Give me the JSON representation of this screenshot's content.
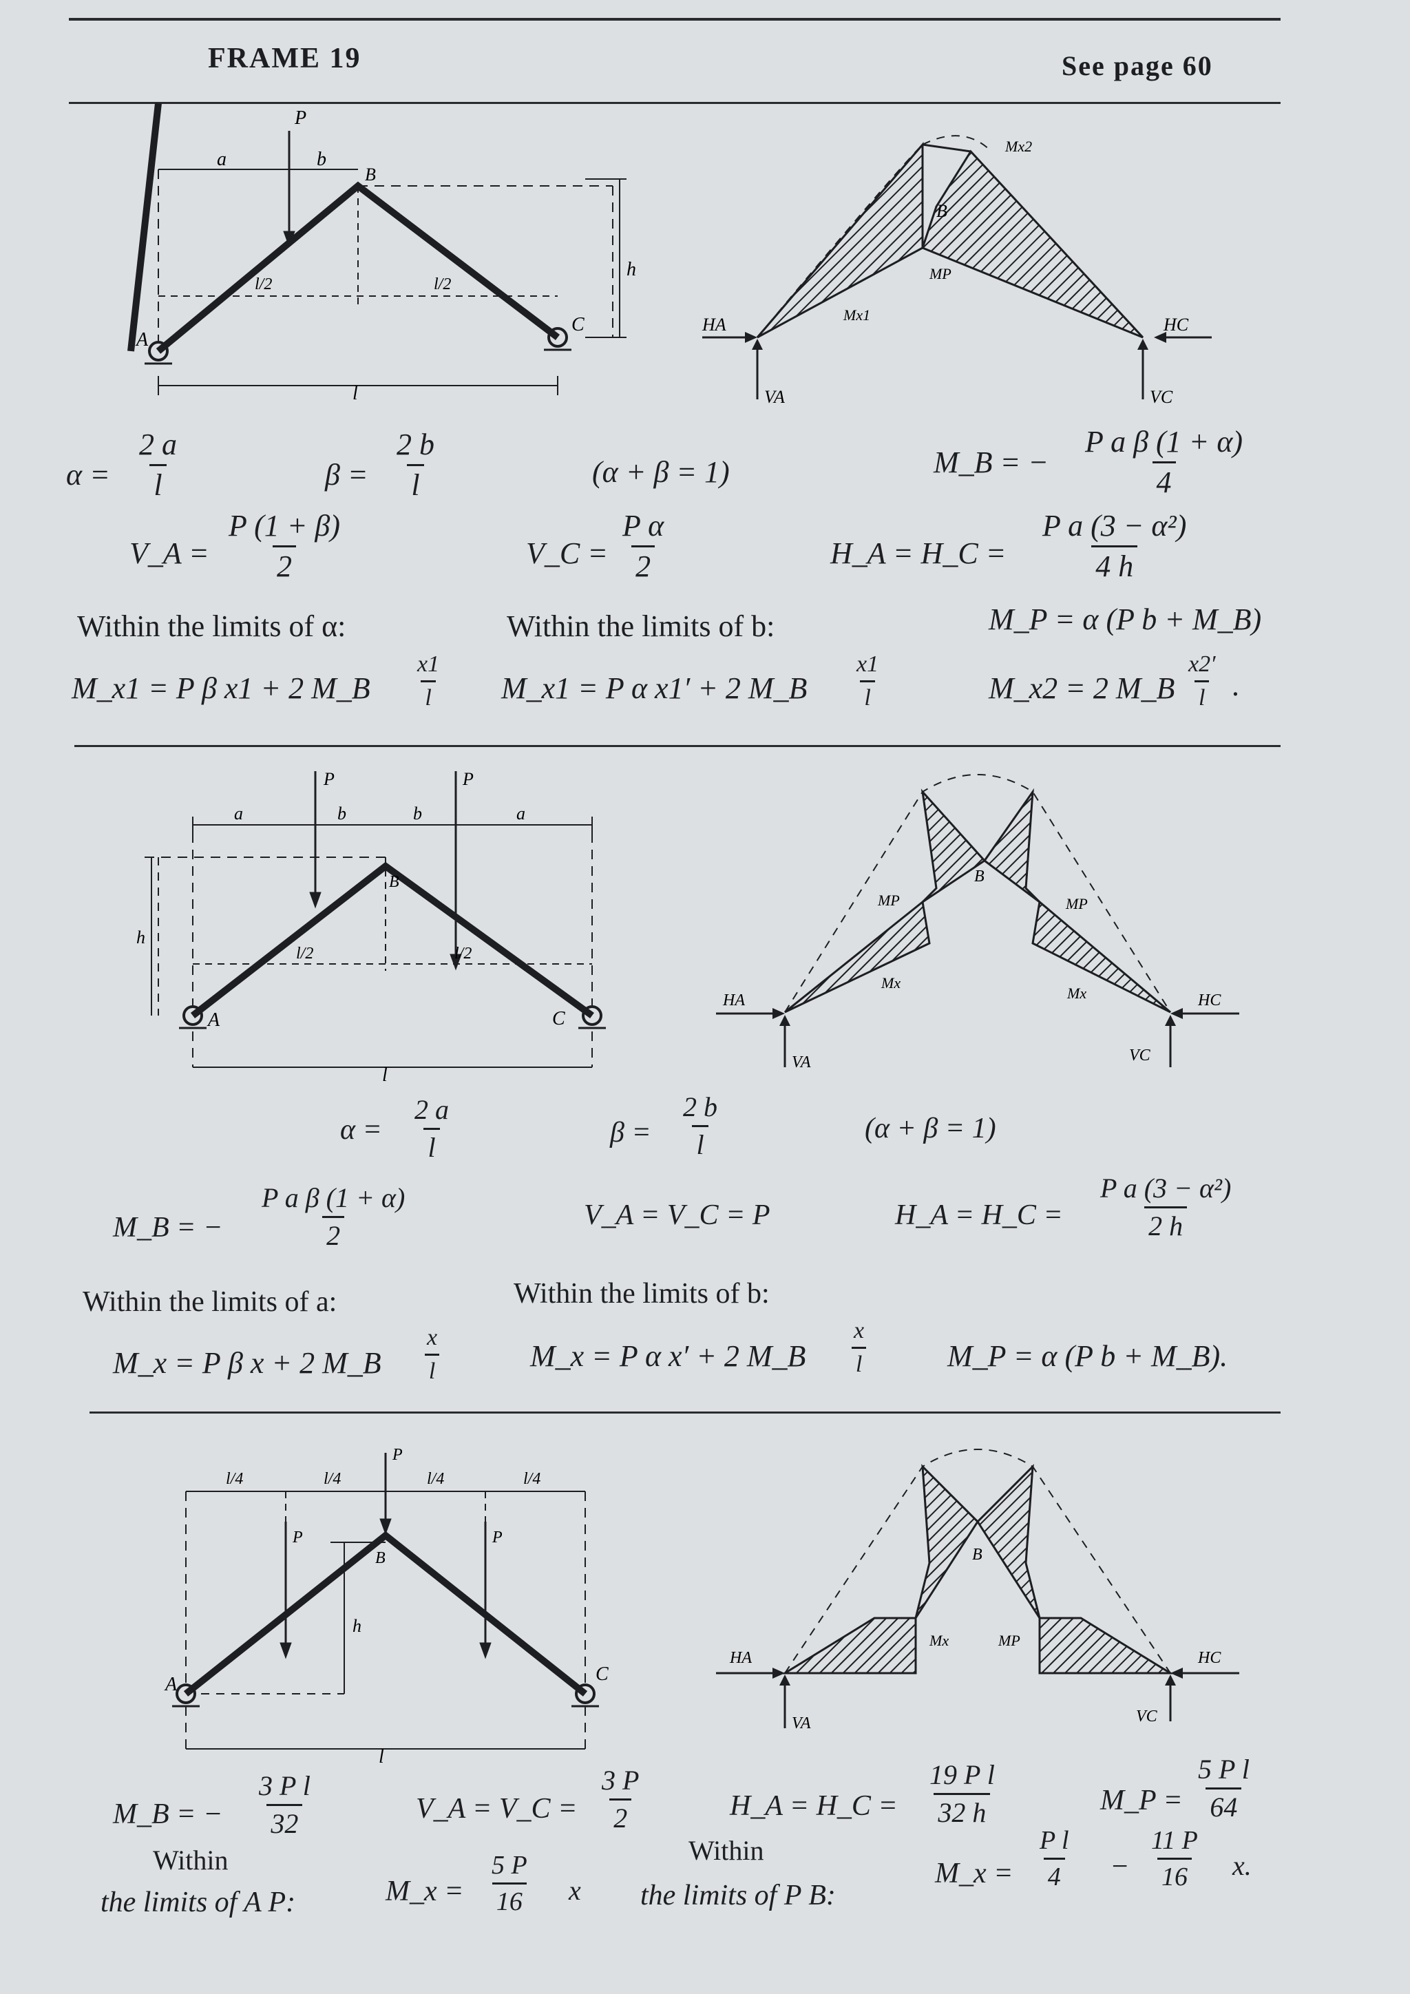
{
  "header": {
    "frame": "FRAME 19",
    "see_page": "See page 60"
  },
  "case1": {
    "diagram_labels": {
      "a": "a",
      "b": "b",
      "P": "P",
      "B": "B",
      "A": "A",
      "C": "C",
      "h": "h",
      "l": "l",
      "half_l": "l/2",
      "HA": "HA",
      "HC": "HC",
      "VA": "VA",
      "VC": "VC",
      "Mx1": "Mx1",
      "Mx2": "Mx2",
      "MP": "MP"
    },
    "alpha_lhs": "α =",
    "alpha_num": "2 a",
    "alpha_den": "l",
    "beta_lhs": "β =",
    "beta_num": "2 b",
    "beta_den": "l",
    "sum": "(α + β = 1)",
    "MB_lhs": "M_B = −",
    "MB_num": "P a β (1 + α)",
    "MB_den": "4",
    "VA_lhs": "V_A =",
    "VA_num": "P (1 + β)",
    "VA_den": "2",
    "VC_lhs": "V_C =",
    "VC_num": "P α",
    "VC_den": "2",
    "H_lhs": "H_A = H_C =",
    "H_num": "P a (3 − α²)",
    "H_den": "4 h",
    "lim_a": "Within the limits of α:",
    "lim_b": "Within the limits of b:",
    "MP": "M_P = α (P b + M_B)",
    "Mx1_a": "M_x1 = P β x1 + 2 M_B",
    "Mx1_a_num": "x1",
    "Mx1_a_den": "l",
    "Mx1_b": "M_x1 = P α x1′ + 2 M_B",
    "Mx1_b_num": "x1",
    "Mx1_b_den": "l",
    "Mx2": "M_x2 = 2 M_B",
    "Mx2_num": "x2′",
    "Mx2_den": "l",
    "Mx2_tail": "."
  },
  "case2": {
    "diagram_labels": {
      "a": "a",
      "b": "b",
      "P": "P",
      "B": "B",
      "A": "A",
      "C": "C",
      "h": "h",
      "l": "l",
      "half_l": "l/2",
      "HA": "HA",
      "HC": "HC",
      "VA": "VA",
      "VC": "VC",
      "Mx": "Mx",
      "MP": "MP"
    },
    "alpha_lhs": "α =",
    "alpha_num": "2 a",
    "alpha_den": "l",
    "beta_lhs": "β =",
    "beta_num": "2 b",
    "beta_den": "l",
    "sum": "(α + β = 1)",
    "MB_lhs": "M_B = −",
    "MB_num": "P a β (1 + α)",
    "MB_den": "2",
    "V": "V_A = V_C = P",
    "H_lhs": "H_A = H_C =",
    "H_num": "P a (3 − α²)",
    "H_den": "2 h",
    "lim_a": "Within the limits of a:",
    "lim_b": "Within the limits of b:",
    "Mx_a": "M_x = P β x + 2 M_B",
    "Mx_a_num": "x",
    "Mx_a_den": "l",
    "Mx_b": "M_x = P α x′ + 2 M_B",
    "Mx_b_num": "x",
    "Mx_b_den": "l",
    "MP": "M_P = α (P b + M_B)."
  },
  "case3": {
    "diagram_labels": {
      "quarter_l": "l/4",
      "P": "P",
      "B": "B",
      "A": "A",
      "C": "C",
      "h": "h",
      "l": "l",
      "HA": "HA",
      "HC": "HC",
      "VA": "VA",
      "VC": "VC",
      "Mx": "Mx",
      "MP": "MP"
    },
    "MB_lhs": "M_B = −",
    "MB_num": "3 P l",
    "MB_den": "32",
    "V_lhs": "V_A = V_C =",
    "V_num": "3 P",
    "V_den": "2",
    "H_lhs": "H_A = H_C =",
    "H_num": "19 P l",
    "H_den": "32 h",
    "MP_lhs": "M_P =",
    "MP_num": "5 P l",
    "MP_den": "64",
    "within1": "Within",
    "lim_AP": "the limits of A P:",
    "MxAP_lhs": "M_x =",
    "MxAP_num": "5 P",
    "MxAP_den": "16",
    "MxAP_tail": "x",
    "within2": "Within",
    "lim_PB": "the limits of P B:",
    "MxPB_lhs": "M_x =",
    "MxPB_n1": "P l",
    "MxPB_d1": "4",
    "MxPB_minus": "−",
    "MxPB_n2": "11 P",
    "MxPB_d2": "16",
    "MxPB_tail": "x."
  }
}
